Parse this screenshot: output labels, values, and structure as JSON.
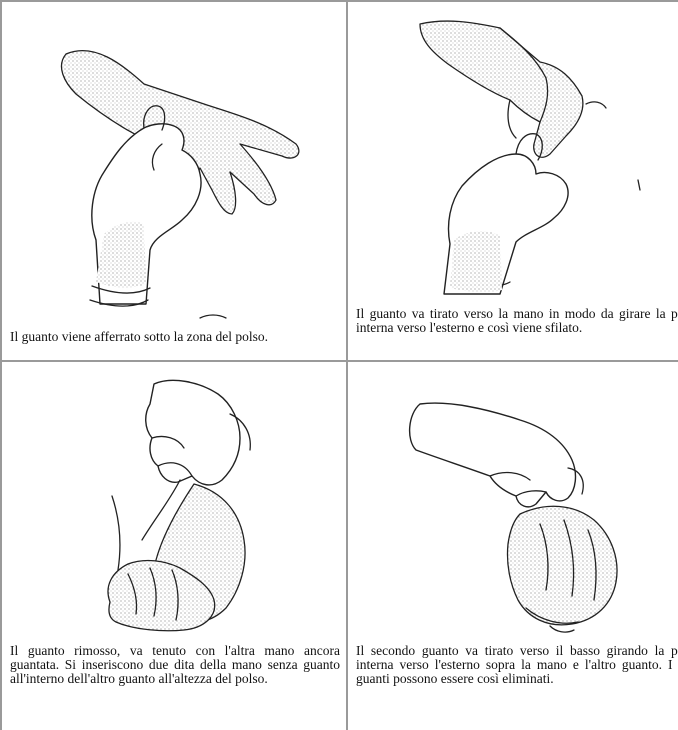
{
  "panels": [
    {
      "caption": "Il guanto viene afferrato sotto la zona del polso.",
      "illustration": "hand-grasping-glove-at-wrist"
    },
    {
      "caption": "Il guanto va tirato verso la mano in modo da girare la parte interna verso l'esterno e così viene sfilato.",
      "illustration": "glove-pulled-inside-out"
    },
    {
      "caption": "Il guanto rimosso, va tenuto con l'altra mano ancora guantata. Si inseriscono due dita della mano senza guanto all'interno dell'altro guanto all'altezza del polso.",
      "illustration": "fingers-inserted-under-second-glove"
    },
    {
      "caption": "Il secondo guanto va tirato verso il basso girando la parte interna verso l'esterno sopra la mano e l'altro guanto. I due guanti possono essere così eliminati.",
      "illustration": "second-glove-pulled-over-first"
    }
  ]
}
